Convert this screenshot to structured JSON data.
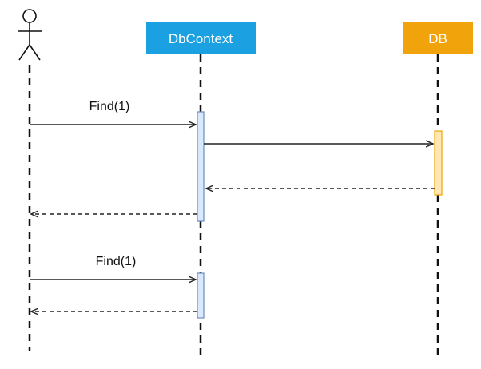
{
  "participants": [
    {
      "id": "actor",
      "type": "actor",
      "label": ""
    },
    {
      "id": "dbcontext",
      "type": "box",
      "label": "DbContext",
      "fill": "#1ba1e2",
      "text_color": "#ffffff"
    },
    {
      "id": "db",
      "type": "box",
      "label": "DB",
      "fill": "#f0a30a",
      "text_color": "#ffffff"
    }
  ],
  "messages": [
    {
      "id": "find-1-call",
      "from": "actor",
      "to": "dbcontext",
      "label": "Find(1)",
      "style": "solid"
    },
    {
      "id": "query-db",
      "from": "dbcontext",
      "to": "db",
      "label": "",
      "style": "solid"
    },
    {
      "id": "db-return",
      "from": "db",
      "to": "dbcontext",
      "label": "",
      "style": "dashed"
    },
    {
      "id": "find-1-return",
      "from": "dbcontext",
      "to": "actor",
      "label": "",
      "style": "dashed"
    },
    {
      "id": "find-1-call-2",
      "from": "actor",
      "to": "dbcontext",
      "label": "Find(1)",
      "style": "solid"
    },
    {
      "id": "find-1-return-2",
      "from": "dbcontext",
      "to": "actor",
      "label": "",
      "style": "dashed"
    }
  ],
  "activations": [
    {
      "id": "dbcontext-activation-1",
      "participant": "dbcontext",
      "fill": "#dae8fc",
      "stroke": "#6c8ebf"
    },
    {
      "id": "db-activation",
      "participant": "db",
      "fill": "#ffe6b3",
      "stroke": "#f0a30a"
    },
    {
      "id": "dbcontext-activation-2",
      "participant": "dbcontext",
      "fill": "#dae8fc",
      "stroke": "#6c8ebf"
    }
  ],
  "colors": {
    "line": "#111111",
    "arrow": "#222222"
  }
}
